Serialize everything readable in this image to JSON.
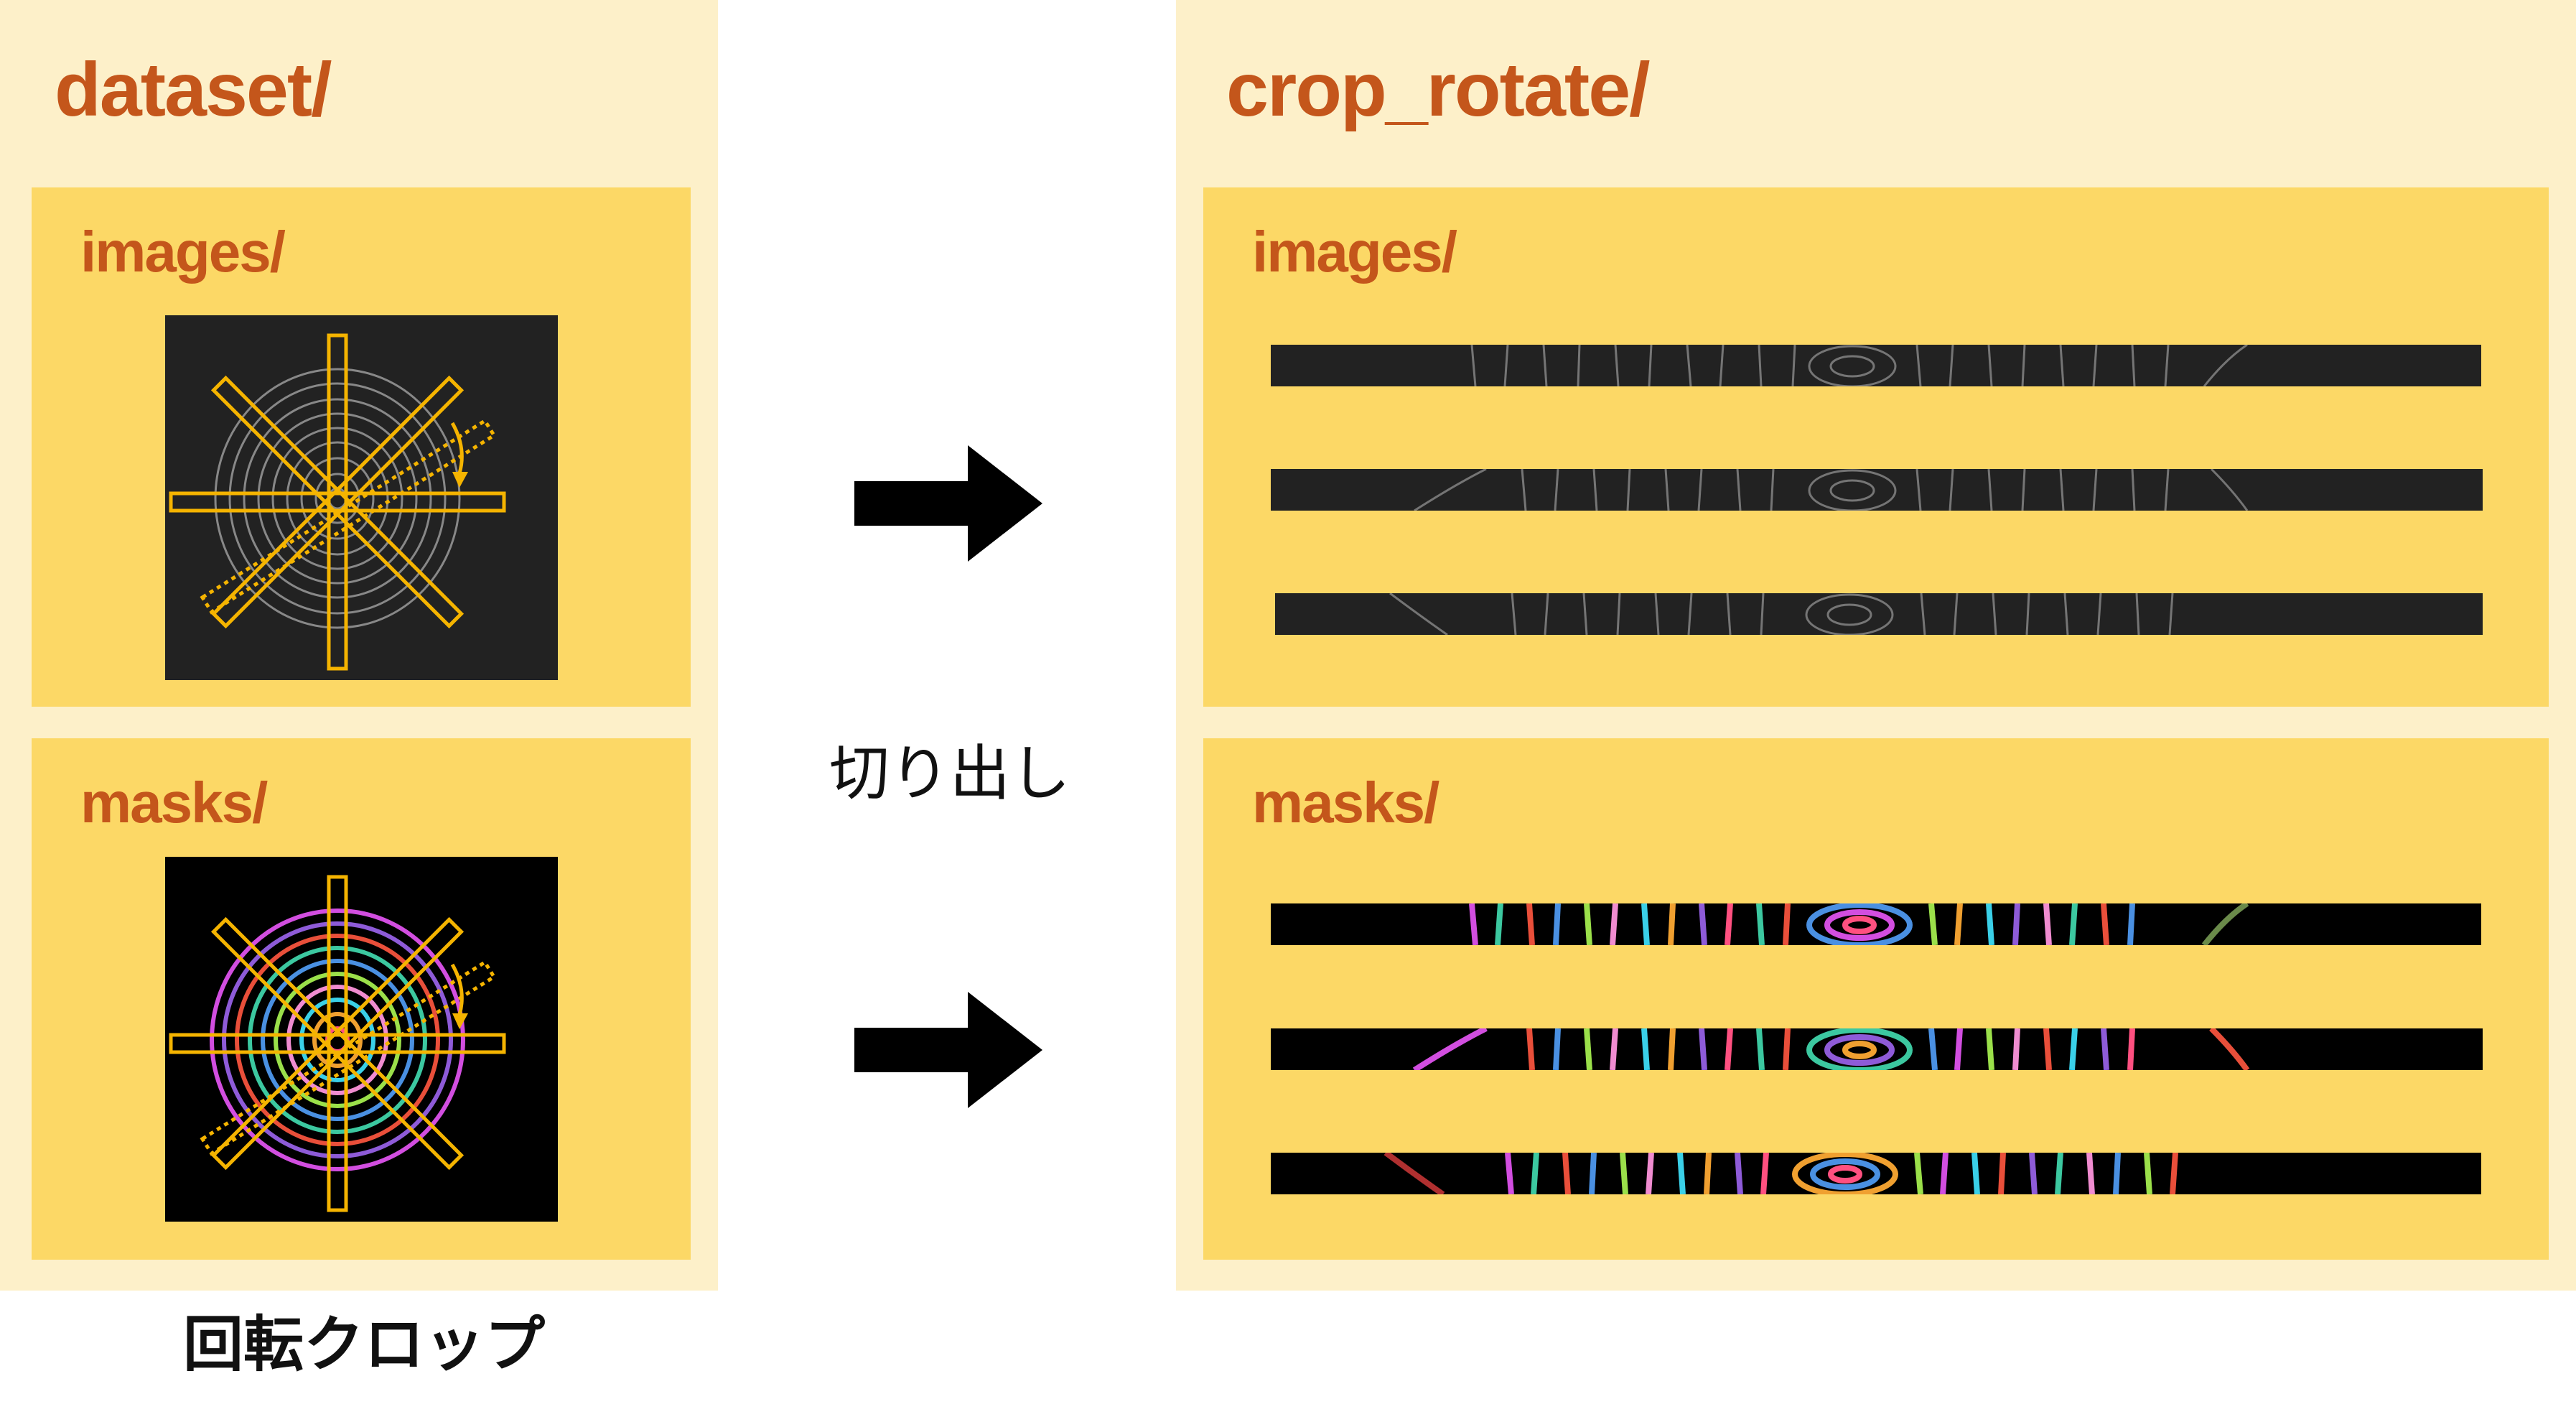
{
  "left": {
    "title": "dataset/",
    "images_label": "images/",
    "masks_label": "masks/"
  },
  "right": {
    "title": "crop_rotate/",
    "images_label": "images/",
    "masks_label": "masks/"
  },
  "middle_caption": "切り出し",
  "bottom_caption": "回転クロップ",
  "colors": {
    "panel_bg": "#fdf0c9",
    "folder_bg": "#fcd866",
    "title_text": "#c4561b",
    "crop_outline": "#f5b400",
    "image_bg": "#222222",
    "mask_bg": "#000000"
  },
  "icons": [
    "crop-lines-overlay",
    "rotation-arrow-icon",
    "right-arrow-icon"
  ]
}
